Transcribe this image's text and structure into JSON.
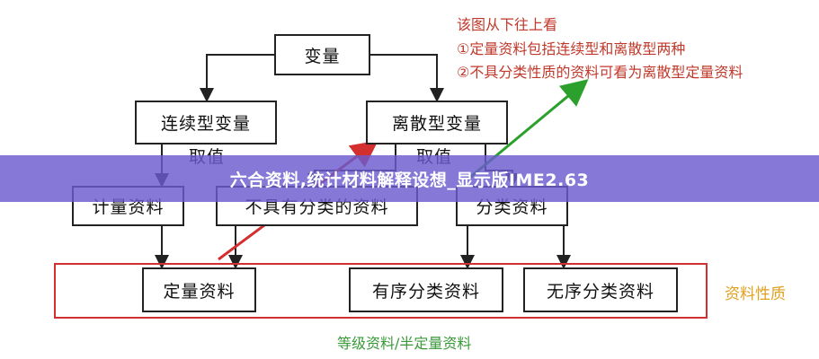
{
  "notes": {
    "line1": "该图从下往上看",
    "line2": "①定量资料包括连续型和离散型两种",
    "line3": "②不具分类性质的资料可看为离散型定量资料"
  },
  "boxes": {
    "variable": "变量",
    "continuous": "连续型变量",
    "discrete": "离散型变量",
    "measurement": "计量资料",
    "non_categorical": "不具有分类的资料",
    "categorical": "分类资料",
    "quantitative": "定量资料",
    "ordinal": "有序分类资料",
    "nominal": "无序分类资料"
  },
  "labels": {
    "take_value_left": "取值",
    "take_value_right": "取值",
    "data_nature": "资料性质",
    "bottom": "等级资料/半定量资料"
  },
  "banner": {
    "title": "六合资料,统计材料解释设想_显示版IME2.63"
  },
  "colors": {
    "red_arrow": "#d32f2f",
    "green_arrow": "#2ca02c",
    "note_text": "#c0392b",
    "frame": "#d32f2f",
    "side_label": "#e0a020",
    "bottom_label": "#3a9a3a",
    "banner_bg": "#6a5acd"
  }
}
